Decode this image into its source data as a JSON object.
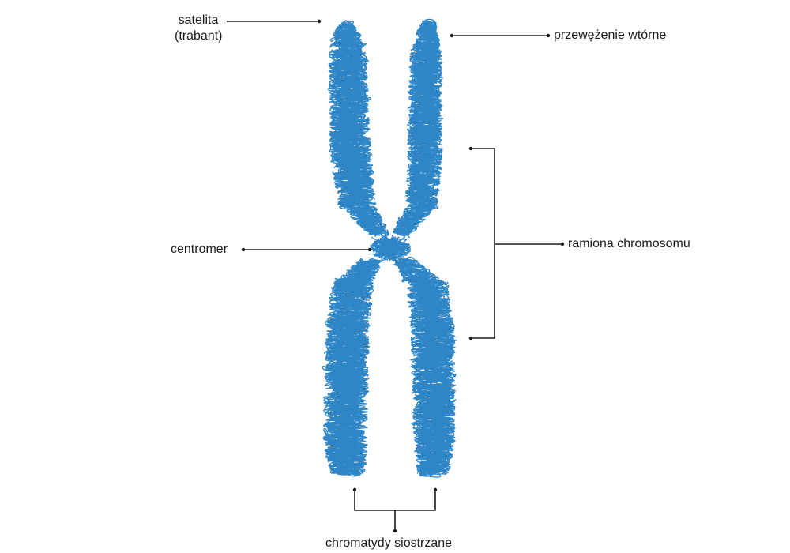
{
  "labels": {
    "satellite_line1": "satelita",
    "satellite_line2": "(trabant)",
    "secondary_constriction": "przewężenie wtórne",
    "centromere": "centromer",
    "chromosome_arms": "ramiona chromosomu",
    "sister_chromatids": "chromatydy siostrzane"
  },
  "colors": {
    "chromatin": "#2f86c6",
    "leader_lines": "#1a1a1a"
  }
}
